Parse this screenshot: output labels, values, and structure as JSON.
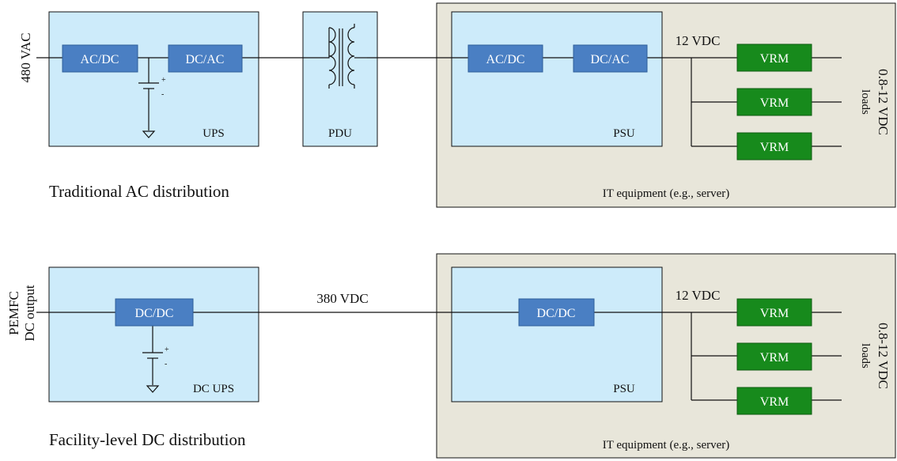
{
  "colors": {
    "light_blue": "#cdebfa",
    "block_blue": "#4a7fc3",
    "vrm_green": "#178a1c",
    "equipment_bg": "#e8e6da",
    "line": "#111111"
  },
  "ac": {
    "input_label": "480 VAC",
    "ups_acdc": "AC/DC",
    "ups_dcac": "DC/AC",
    "ups_label": "UPS",
    "pdu_label": "PDU",
    "psu_acdc": "AC/DC",
    "psu_dcac": "DC/AC",
    "psu_label": "PSU",
    "bus_label": "12 VDC",
    "vrms": [
      "VRM",
      "VRM",
      "VRM"
    ],
    "loads_line1": "0.8-12 VDC",
    "loads_line2": "loads",
    "equipment_label": "IT equipment (e.g., server)",
    "caption": "Traditional AC distribution"
  },
  "dc": {
    "input_line1": "PEMFC",
    "input_line2": "DC output",
    "ups_dcdc": "DC/DC",
    "ups_label": "DC UPS",
    "link_label": "380 VDC",
    "psu_dcdc": "DC/DC",
    "psu_label": "PSU",
    "bus_label": "12 VDC",
    "vrms": [
      "VRM",
      "VRM",
      "VRM"
    ],
    "loads_line1": "0.8-12 VDC",
    "loads_line2": "loads",
    "equipment_label": "IT equipment (e.g., server)",
    "caption": "Facility-level DC distribution"
  },
  "battery_plus": "+",
  "battery_minus": "-"
}
